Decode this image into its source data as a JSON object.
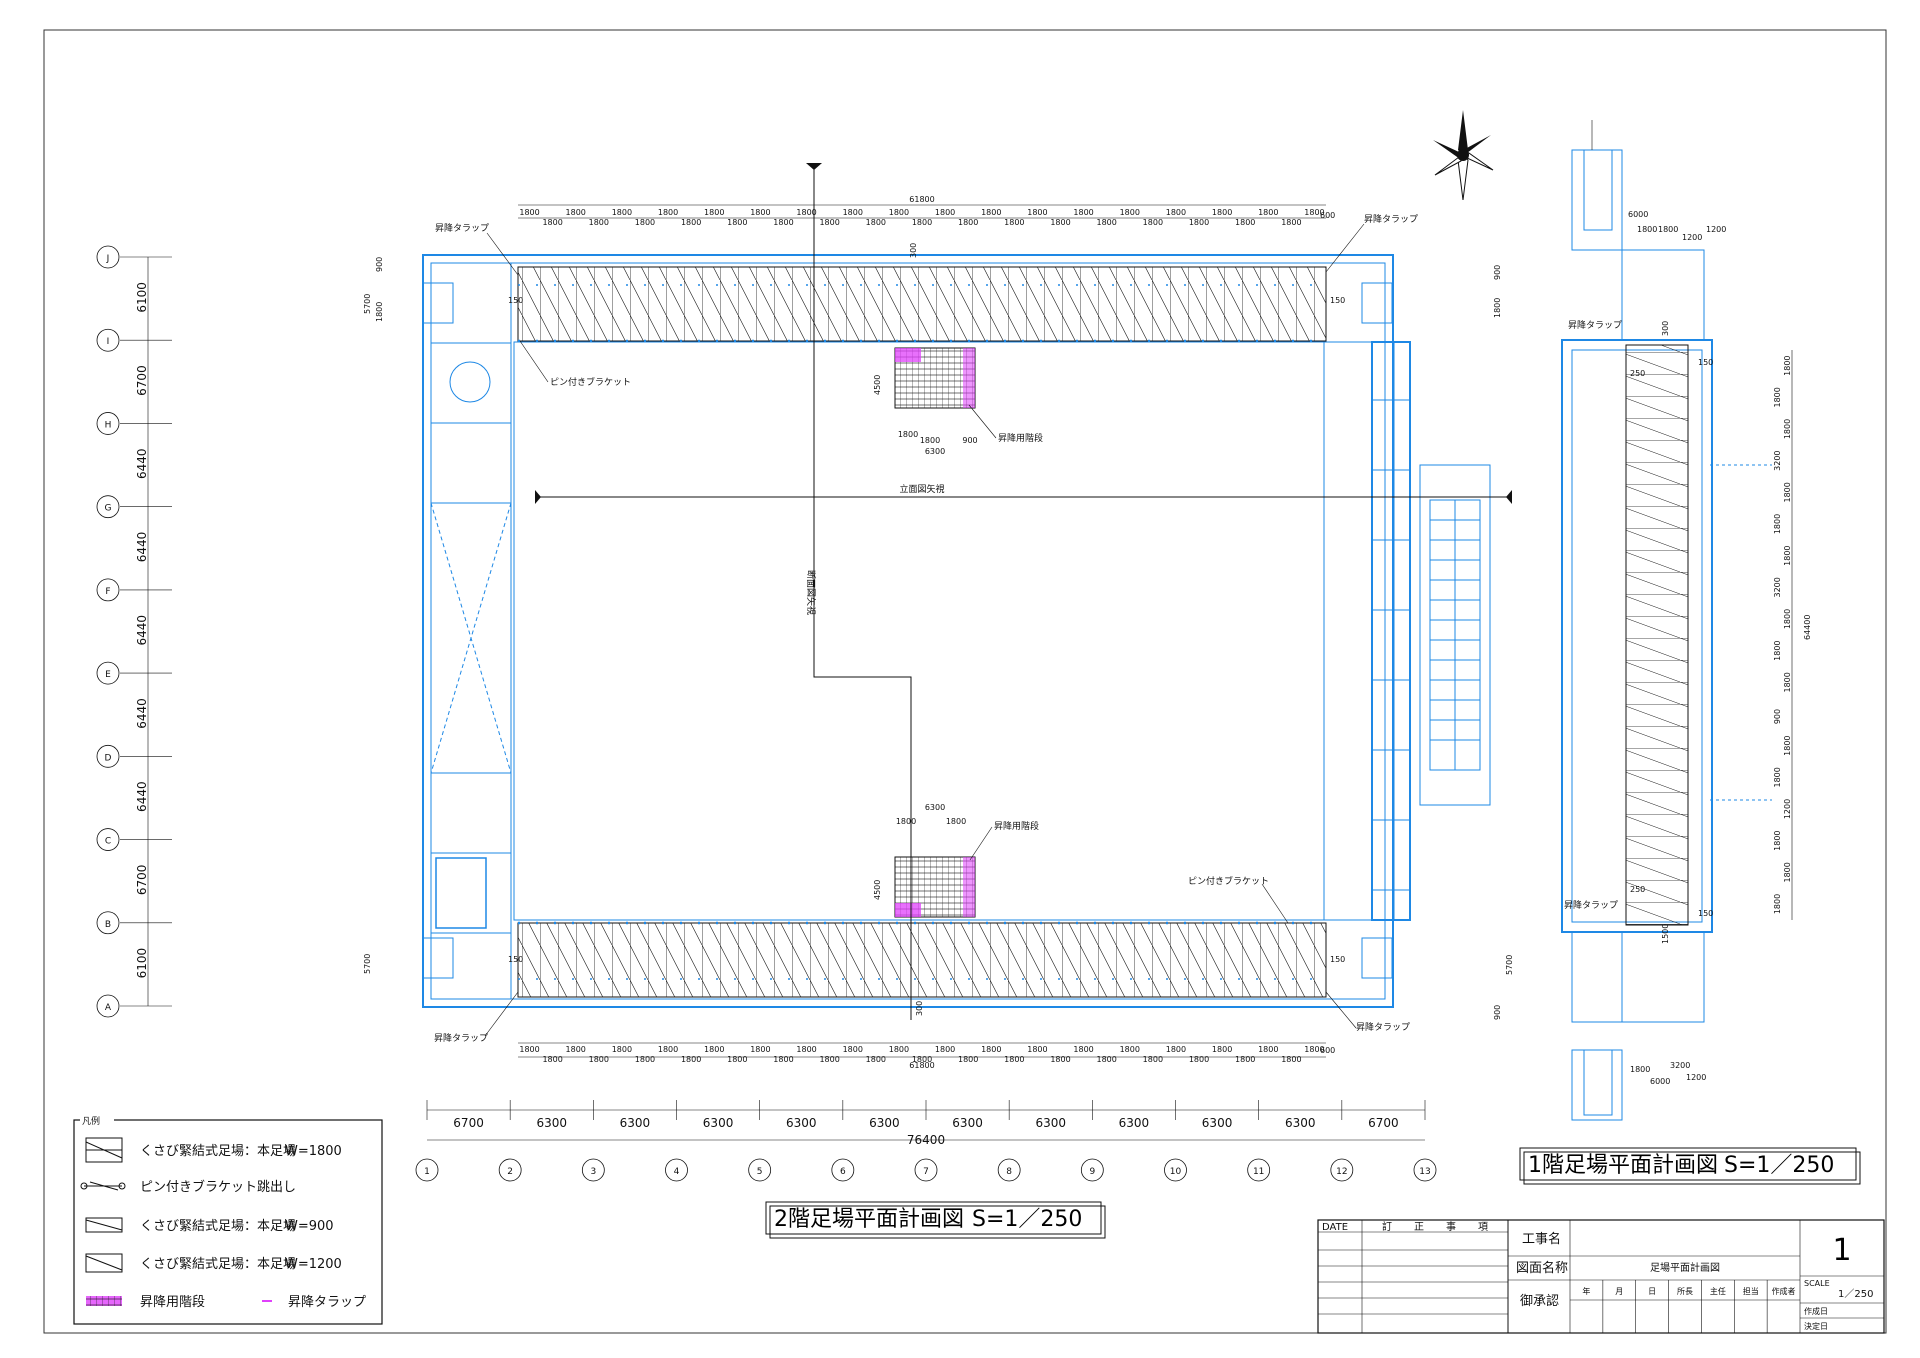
{
  "plan2": {
    "title": "2階足場平面計画図",
    "scale": "S=1／250",
    "top_dim_total": "61800",
    "bottom_dim_total": "61800",
    "span_dims": [
      "1800",
      "1800",
      "1800",
      "1800",
      "1800",
      "1800",
      "1800",
      "1800",
      "1800",
      "1800",
      "1800",
      "1800",
      "1800",
      "1800",
      "1800",
      "1800",
      "1800",
      "1800",
      "1800",
      "1800",
      "1800",
      "1800",
      "1800",
      "1800",
      "1800",
      "1800",
      "1800",
      "1800",
      "1800",
      "1800",
      "1800",
      "1800",
      "1800",
      "1800",
      "1800"
    ],
    "end_dim": "600",
    "labels": {
      "lift_tl": "昇降タラップ",
      "lift_tr": "昇降タラップ",
      "lift_bl": "昇降タラップ",
      "lift_br": "昇降タラップ",
      "bracket_top": "ピン付きブラケット",
      "bracket_bottom": "ピン付きブラケット",
      "stair_top": "昇降用階段",
      "stair_bottom": "昇降用階段",
      "elev_view": "立面図矢視",
      "section_view": "断面図矢視"
    },
    "stair_dims_top": [
      "1800",
      "1800",
      "900",
      "6300"
    ],
    "stair_dims_bottom": [
      "6300",
      "1800",
      "1800"
    ],
    "small_dims": [
      "150",
      "150",
      "150",
      "150",
      "300",
      "300",
      "4500",
      "4500",
      "900",
      "1800",
      "5700",
      "5700",
      "600",
      "1800",
      "900"
    ]
  },
  "grid_rows": [
    "J",
    "I",
    "H",
    "G",
    "F",
    "E",
    "D",
    "C",
    "B",
    "A"
  ],
  "row_spans": [
    "6100",
    "6700",
    "6440",
    "6440",
    "6440",
    "6440",
    "6440",
    "6700",
    "6100"
  ],
  "grid_cols": [
    "1",
    "2",
    "3",
    "4",
    "5",
    "6",
    "7",
    "8",
    "9",
    "10",
    "11",
    "12",
    "13"
  ],
  "col_spans": [
    "6700",
    "6300",
    "6300",
    "6300",
    "6300",
    "6300",
    "6300",
    "6300",
    "6300",
    "6300",
    "6300",
    "6700"
  ],
  "col_total": "76400",
  "plan1": {
    "title": "1階足場平面計画図",
    "scale": "S=1／250",
    "top_dims": [
      "6000",
      "1800",
      "1800",
      "1200",
      "1200"
    ],
    "bottom_dims": [
      "1800",
      "3200",
      "1200",
      "6000"
    ],
    "right_dims": [
      "1800",
      "1800",
      "1800",
      "3200",
      "1800",
      "1800",
      "1800",
      "3200",
      "1800",
      "1800",
      "1800",
      "900",
      "1800",
      "1800",
      "1200",
      "1800",
      "1800",
      "1800"
    ],
    "right_total": "64400",
    "lift_top": "昇降タラップ",
    "lift_bottom": "昇降タラップ",
    "small": [
      "150",
      "150",
      "250",
      "250",
      "300",
      "1500"
    ]
  },
  "legend": {
    "title": "凡例",
    "items": [
      {
        "label": "くさび緊結式足場：本足場",
        "value": "W=1800"
      },
      {
        "label": "ピン付きブラケット跳出し",
        "value": ""
      },
      {
        "label": "くさび緊結式足場：本足場",
        "value": "W=900"
      },
      {
        "label": "くさび緊結式足場：本足場",
        "value": "W=1200"
      },
      {
        "label": "昇降用階段",
        "value": ""
      }
    ],
    "tarap_label": "昇降タラップ"
  },
  "title_block": {
    "date": "DATE",
    "rev": [
      "訂",
      "正",
      "事",
      "項"
    ],
    "project_label": "工事名",
    "drawing_label": "図面名称",
    "drawing_name": "足場平面計画図",
    "approval_label": "御承認",
    "approval_cols": [
      "年",
      "月",
      "日",
      "所長",
      "主任",
      "担当",
      "作成者"
    ],
    "sheet_no": "1",
    "scale_label": "SCALE",
    "scale_value": "1／250",
    "created_label": "作成日",
    "decided_label": "決定日"
  },
  "colors": {
    "building": "#1e88e5",
    "scaffold": "#111111",
    "stair": "#e040fb"
  }
}
